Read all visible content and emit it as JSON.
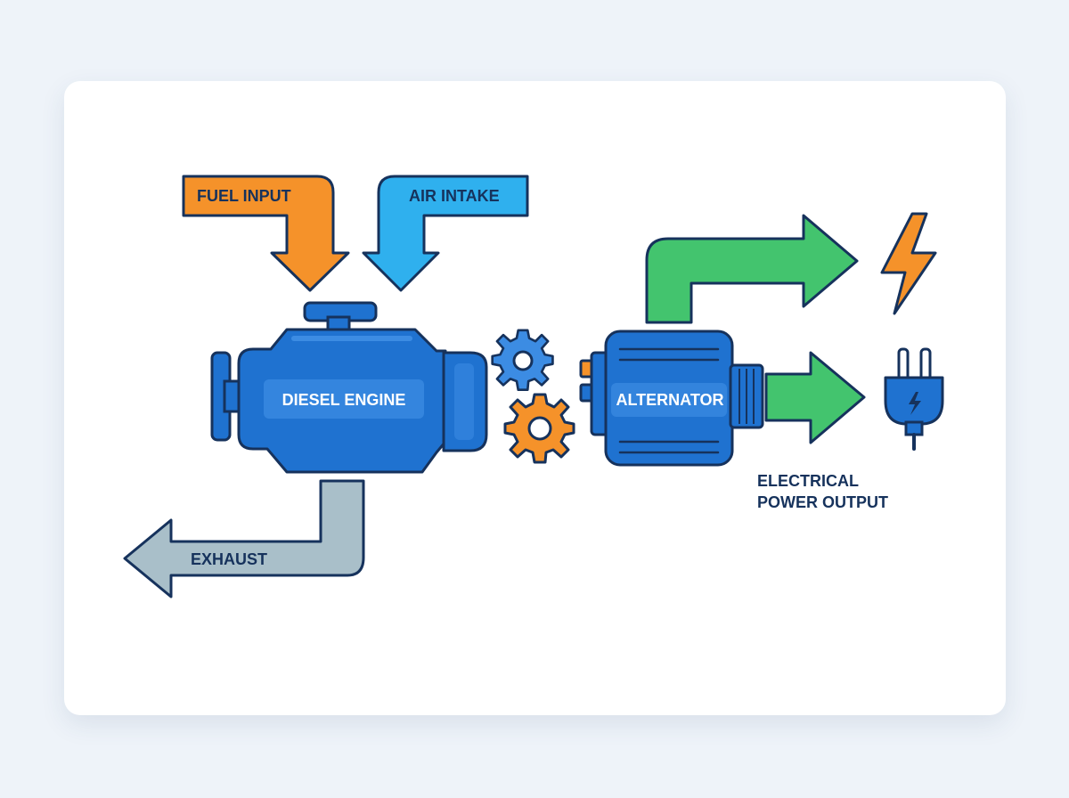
{
  "labels": {
    "fuel_input": "FUEL INPUT",
    "air_intake": "AIR INTAKE",
    "diesel_engine": "DIESEL ENGINE",
    "alternator": "ALTERNATOR",
    "exhaust": "EXHAUST",
    "output_line1": "ELECTRICAL",
    "output_line2": "POWER OUTPUT"
  },
  "colors": {
    "outline": "#16325c",
    "fuel": "#f5922a",
    "air": "#2fb0ee",
    "engine": "#1f72d0",
    "engine_light": "#3c8ce3",
    "exhaust": "#a9bfc9",
    "power": "#43c46e",
    "bolt": "#f5922a",
    "text_dark": "#16325c",
    "text_light": "#ffffff"
  },
  "icons": [
    "gear-icon",
    "lightning-bolt-icon",
    "power-plug-icon"
  ]
}
